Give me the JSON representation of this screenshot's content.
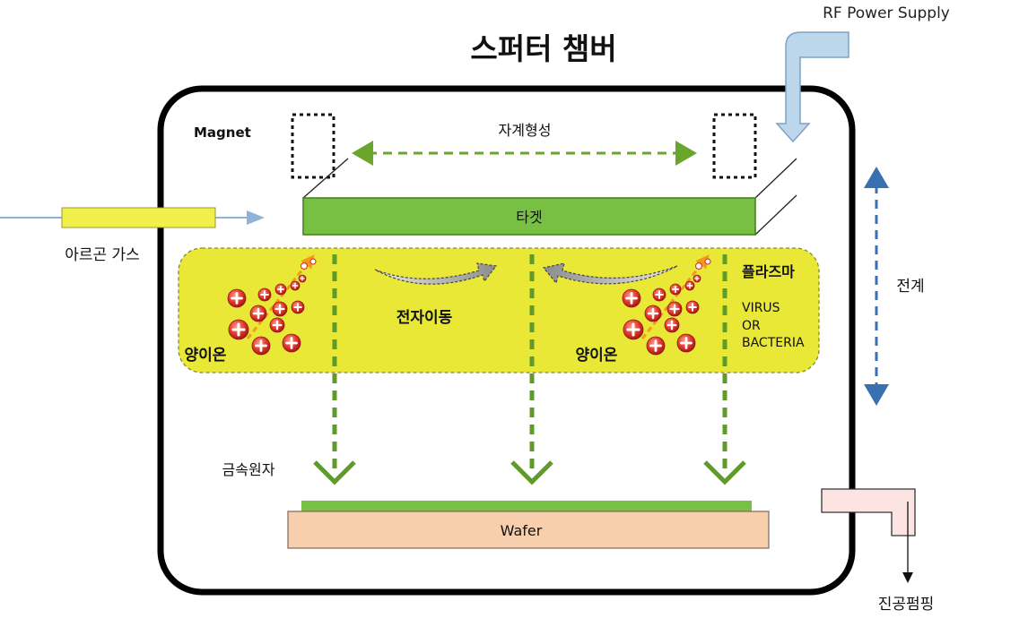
{
  "title": "스퍼터 챔버",
  "labels": {
    "rf_power": "RF Power Supply",
    "magnet": "Magnet",
    "magnetic_field": "자계형성",
    "target": "타겟",
    "argon_gas": "아르곤 가스",
    "plasma": "플라즈마",
    "virus_line1": "VIRUS",
    "virus_line2": "OR",
    "virus_line3": "BACTERIA",
    "electron_move": "전자이동",
    "positive_ion_left": "양이온",
    "positive_ion_right": "양이온",
    "electric_field": "전계",
    "metal_atom": "금속원자",
    "wafer": "Wafer",
    "vacuum_pumping": "진공펌핑"
  },
  "colors": {
    "chamber_border": "#000000",
    "target_green": "#77c043",
    "plasma_yellow": "#e9e836",
    "field_arrow_green": "#6aa52e",
    "flow_arrow_green": "#5f9a2a",
    "electric_field_blue": "#3a6fb0",
    "rf_pipe_blue": "#bcd6ec",
    "argon_yellow": "#f1ef4a",
    "argon_line_blue": "#8eb3d9",
    "wafer_peach": "#f7cfad",
    "pump_pink": "#fbe4e1",
    "ion_red": "#e2372b"
  }
}
